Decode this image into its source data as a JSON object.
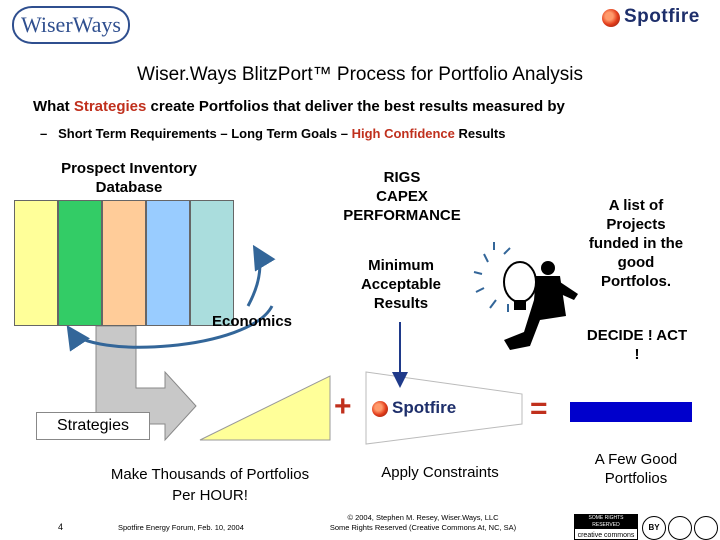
{
  "logos": {
    "wiserways": "WiserWays",
    "spotfire_header": "Spotfire",
    "spotfire_inline": "Spotfire"
  },
  "title": "Wiser.Ways BlitzPort™ Process for Portfolio Analysis",
  "subtitle": {
    "part1": "What ",
    "highlight": "Strategies",
    "part2": " create Portfolios that deliver the best results measured by"
  },
  "bullet": {
    "dash": "–",
    "part1": "Short Term Requirements – Long Term Goals – ",
    "highlight": "High Confidence",
    "part2": " Results"
  },
  "database": {
    "label_line1": "Prospect Inventory",
    "label_line2": "Database",
    "colors": [
      "#ffff99",
      "#33cc66",
      "#ffcc99",
      "#99ccff",
      "#aadddd"
    ]
  },
  "economics_label": "Economics",
  "strategies_label": "Strategies",
  "rigs": {
    "line1": "RIGS",
    "line2": "CAPEX",
    "line3": "PERFORMANCE"
  },
  "minimum": {
    "line1": "Minimum",
    "line2": "Acceptable",
    "line3": "Results"
  },
  "projects_list": {
    "line1": "A list of",
    "line2": "Projects",
    "line3": "funded in the",
    "line4": "good",
    "line5": "Portfolos."
  },
  "decide": {
    "line1": "DECIDE ! ACT",
    "line2": "!"
  },
  "operators": {
    "plus": "+",
    "equals": "="
  },
  "make_thousands": {
    "line1": "Make Thousands of Portfolios",
    "line2": "Per HOUR!"
  },
  "apply_constraints": "Apply Constraints",
  "few_good": {
    "line1": "A Few Good",
    "line2": "Portfolios"
  },
  "footer": {
    "page_number": "4",
    "event": "Spotfire Energy Forum, Feb. 10, 2004",
    "copyright_line1": "© 2004, Stephen M. Resey, Wiser.Ways, LLC",
    "copyright_line2": "Some Rights Reserved (Creative Commons At, NC, SA)",
    "cc_badge": "SOME RIGHTS RESERVED",
    "cc_logo": "creative commons",
    "cc_by": "BY"
  },
  "colors": {
    "accent_red": "#c0301d",
    "blue_bar": "#0000cc",
    "triangle_yellow": "#ffff99",
    "arrow_gray": "#c0c0c0",
    "curve_blue": "#336699"
  }
}
